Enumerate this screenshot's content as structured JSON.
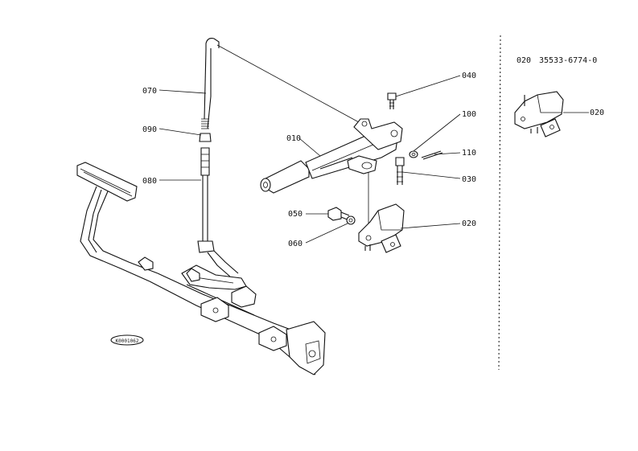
{
  "callouts": [
    {
      "id": "c070",
      "text": "070"
    },
    {
      "id": "c090",
      "text": "090"
    },
    {
      "id": "c080",
      "text": "080"
    },
    {
      "id": "c010",
      "text": "010"
    },
    {
      "id": "c040",
      "text": "040"
    },
    {
      "id": "c100",
      "text": "100"
    },
    {
      "id": "c110",
      "text": "110"
    },
    {
      "id": "c030",
      "text": "030"
    },
    {
      "id": "c050",
      "text": "050"
    },
    {
      "id": "c060",
      "text": "060"
    },
    {
      "id": "c020",
      "text": "020"
    }
  ],
  "sidebar": {
    "ref": "020",
    "part_number": "35533-6774-0",
    "detail_label": "020"
  },
  "stamp": "K0001062"
}
